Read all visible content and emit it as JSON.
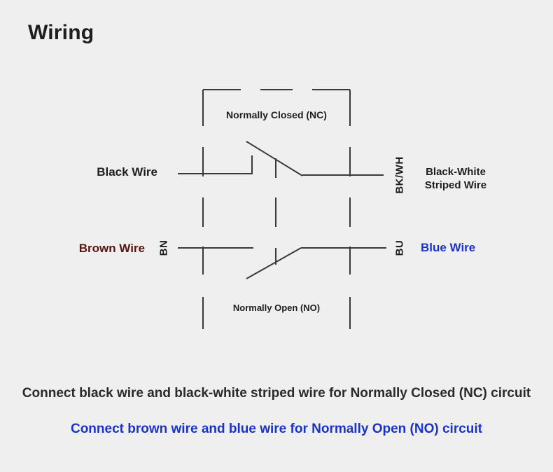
{
  "title": "Wiring",
  "diagram": {
    "nc_label": "Normally Closed (NC)",
    "no_label": "Normally Open (NO)",
    "black_wire": "Black Wire",
    "bkwh_code": "BK/WH",
    "bkwh_desc": "Black-White Striped Wire",
    "brown_wire": "Brown Wire",
    "bn_code": "BN",
    "bu_code": "BU",
    "blue_wire": "Blue Wire"
  },
  "captions": {
    "nc": "Connect black wire and black-white striped wire for Normally Closed (NC) circuit",
    "no": "Connect brown wire and blue wire for Normally Open (NO) circuit"
  },
  "colors": {
    "background": "#efefef",
    "line": "#3a3a3a",
    "brown_text": "#5a1410",
    "blue_text": "#1933cc"
  }
}
